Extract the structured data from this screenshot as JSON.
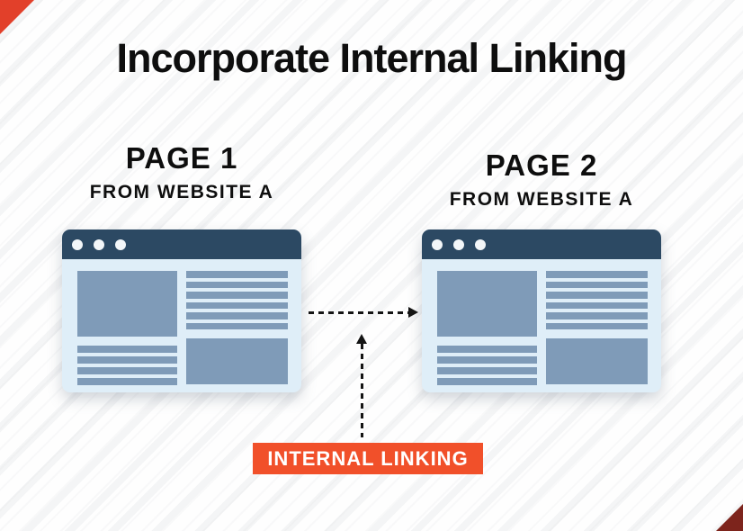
{
  "title": "Incorporate Internal Linking",
  "pages": [
    {
      "title": "PAGE 1",
      "subtitle": "FROM WEBSITE A"
    },
    {
      "title": "PAGE 2",
      "subtitle": "FROM WEBSITE A"
    }
  ],
  "connector_label": "INTERNAL LINKING",
  "icons": {
    "window_dot": "window-control-dot",
    "arrow_right": "dashed-arrow-right",
    "arrow_up": "dashed-arrow-up",
    "corner_top_left": "corner-triangle-red",
    "corner_bottom_right": "corner-triangle-maroon"
  },
  "colors": {
    "header-navy": "#2C4963",
    "window-body": "#DFEEF8",
    "placeholder-blue": "#7F9BB8",
    "accent-orange": "#F1502A",
    "corner-red": "#E2402A",
    "corner-maroon": "#7D241C",
    "text-dark": "#0E0E0E",
    "canvas-bg": "#FAFAFA"
  }
}
